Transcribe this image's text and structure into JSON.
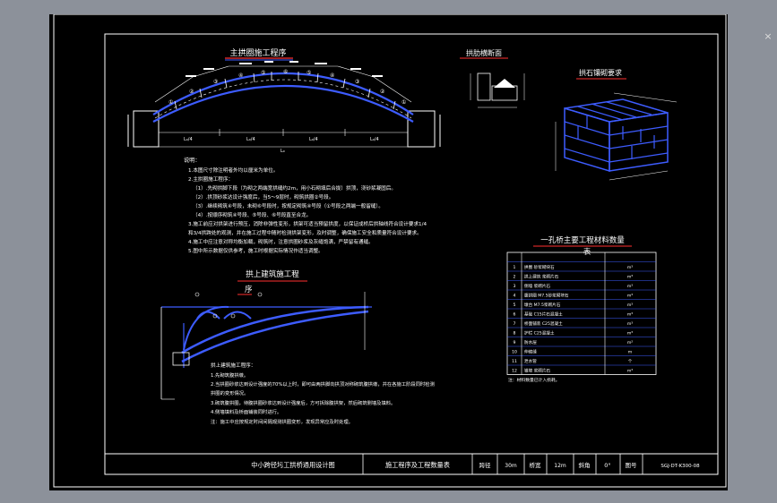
{
  "window": {
    "close_glyph": "×"
  },
  "sections": {
    "main_arch_title": "主拱圈施工程序",
    "arch_rib_title": "拱肋横断面",
    "stone_title": "拱石镶砌要求",
    "super_title_1": "拱上建筑施工程",
    "super_title_2": "序",
    "table_title_1": "一孔桥主要工程材料数量",
    "table_title_2": "表"
  },
  "notes": {
    "header": "说明：",
    "lines": [
      "1.本图尺寸除注明者外均以厘米为单位。",
      "2.主拱圈施工程序：",
      "（1）.先砌拱脚下段（为砌之两端宽拱缝约2m，用小石砌填后合拢）拱顶，浇砂浆凝固后。",
      "（2）.拱顶砂浆达设计强度后，当5～9层时，砌筑拱圈②号段。",
      "（3）.继续砌筑④号段，未砌⑥号段时，按规定砌筑④号段（①号段之两端一般留缝）。",
      "（4）.按顺序砌筑④号段、⑤号段、⑥号段直至合龙。",
      "3.施工前应对拱架进行预压，消除非弹性变形，拱架可适当预留拱度，以保证成桥后拱轴线符合设计要求1/4",
      "和3/4拱跨处的观测，并在施工过程中随时检测拱架变形，及时调整，确保施工安全和质量符合设计要求。",
      "4.施工中应注意对称均衡加载，砌筑时，注意拱圈砂浆及灰缝饱满，严禁留有通缝。",
      "5.图中所示数据仅供参考，施工时根据实际情况作适当调整。"
    ]
  },
  "super_notes": {
    "header": "拱上建筑施工程序：",
    "lines": [
      "1.先砌筑腹拱墩。",
      "2.当拱圈砂浆达到设计强度的70%以上时，即可由两拱脚向拱顶对称砌筑腹拱墩，并在各施工阶段同时检测",
      "   拱圈的变形情况。",
      "3.砌筑腹拱圈，待腹拱圈砂浆达到设计强度后，方可拆除腹拱架，然后砌筑侧墙及填料。",
      "4.侧墙填料及桥面铺装同时进行。",
      "注：施工中应按规定时间间隔观测拱圈变形，发现异常应及时处理。"
    ]
  },
  "arch_labels": {
    "segments": [
      "①",
      "②",
      "③",
      "④",
      "⑤",
      "⑥",
      "⑤",
      "④",
      "③",
      "②",
      "①"
    ],
    "dims": [
      "L₀/4",
      "L₀/4",
      "L₀/4",
      "L₀/4"
    ],
    "span": "L₀"
  },
  "table": {
    "rows": [
      [
        "1",
        "拱圈 砂浆砌块石",
        "m³"
      ],
      [
        "2",
        "拱上建筑 浆砌片石",
        "m³"
      ],
      [
        "3",
        "侧墙 浆砌片石",
        "m³"
      ],
      [
        "4",
        "腹拱圈 M7.5砂浆砌块石",
        "m³"
      ],
      [
        "5",
        "墩台 M7.5浆砌片石",
        "m³"
      ],
      [
        "6",
        "基础 C15片石混凝土",
        "m³"
      ],
      [
        "7",
        "桥面铺装 C25混凝土",
        "m³"
      ],
      [
        "8",
        "护栏 C25混凝土",
        "m³"
      ],
      [
        "9",
        "防水层",
        "m²"
      ],
      [
        "10",
        "伸缩缝",
        "m"
      ],
      [
        "11",
        "泄水管",
        "个"
      ],
      [
        "12",
        "锥坡 浆砌片石",
        "m³"
      ]
    ],
    "footnote": "注：材料数量已计入损耗。"
  },
  "title_block": {
    "project": "中小跨径圬工拱桥通用设计图",
    "drawing_name": "施工程序及工程数量表",
    "span_label": "跨径",
    "span_value": "30m",
    "width_label": "桥宽",
    "width_value": "12m",
    "skew_label": "斜角",
    "skew_value": "0°",
    "num_label": "图号",
    "num_value": "SGJ-DT-K300-08"
  }
}
